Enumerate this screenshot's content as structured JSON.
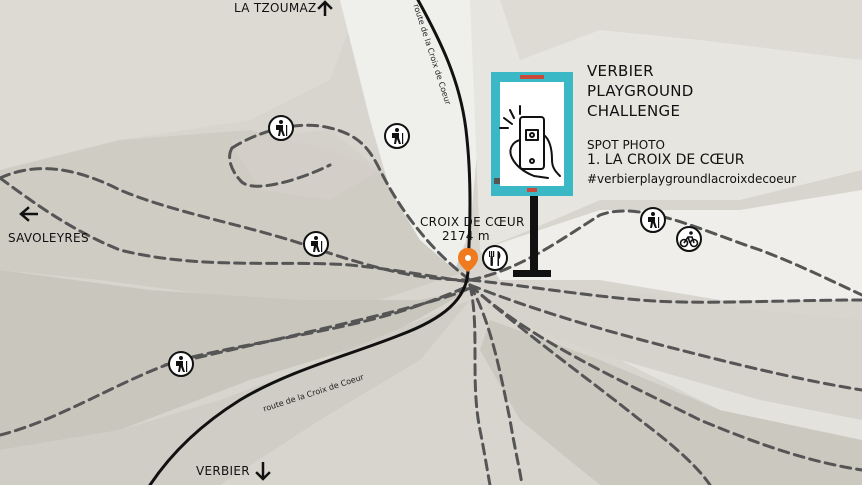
{
  "map": {
    "places": {
      "top": "LA TZOUMAZ",
      "left": "SAVOLEYRES",
      "bottom": "VERBIER"
    },
    "summit": {
      "name": "CROIX DE CŒUR",
      "elevation": "2174 m"
    },
    "roads": {
      "upper": "route de la Croix de Coeur",
      "lower": "route de la Croix de Coeur"
    }
  },
  "panel": {
    "title_line1": "VERBIER",
    "title_line2": "PLAYGROUND",
    "title_line3": "CHALLENGE",
    "subtitle": "SPOT PHOTO",
    "spot": "1. LA CROIX DE CŒUR",
    "hashtag": "#verbierplaygroundlacroixdecoeur"
  },
  "colors": {
    "accent_frame": "#3bb8c6",
    "marker": "#f07a1e",
    "trail": "#555555",
    "road": "#111111"
  },
  "icons": {
    "hiking": "hiker-icon",
    "biking": "bike-icon",
    "restaurant": "fork-knife-icon",
    "location": "map-pin-icon"
  }
}
